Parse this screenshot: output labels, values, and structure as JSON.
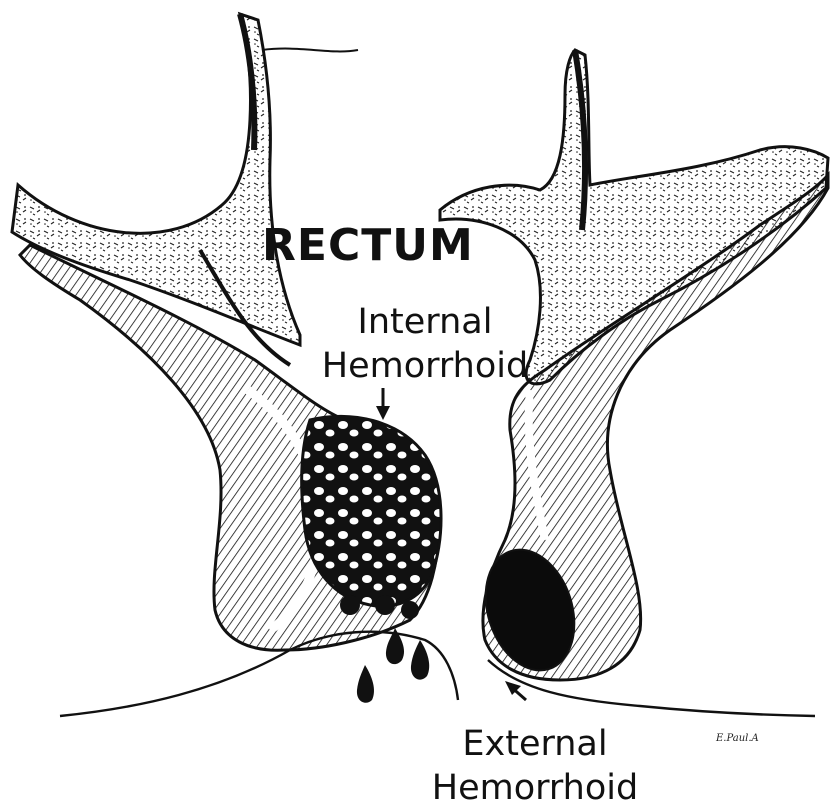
{
  "labels": {
    "rectum": "RECTUM",
    "internal_line1": "Internal",
    "internal_line2": "Hemorrhoid",
    "external_line1": "External",
    "external_line2": "Hemorrhoid",
    "signature": "E.Paul.A"
  },
  "colors": {
    "ink": "#111111",
    "background": "#ffffff"
  }
}
